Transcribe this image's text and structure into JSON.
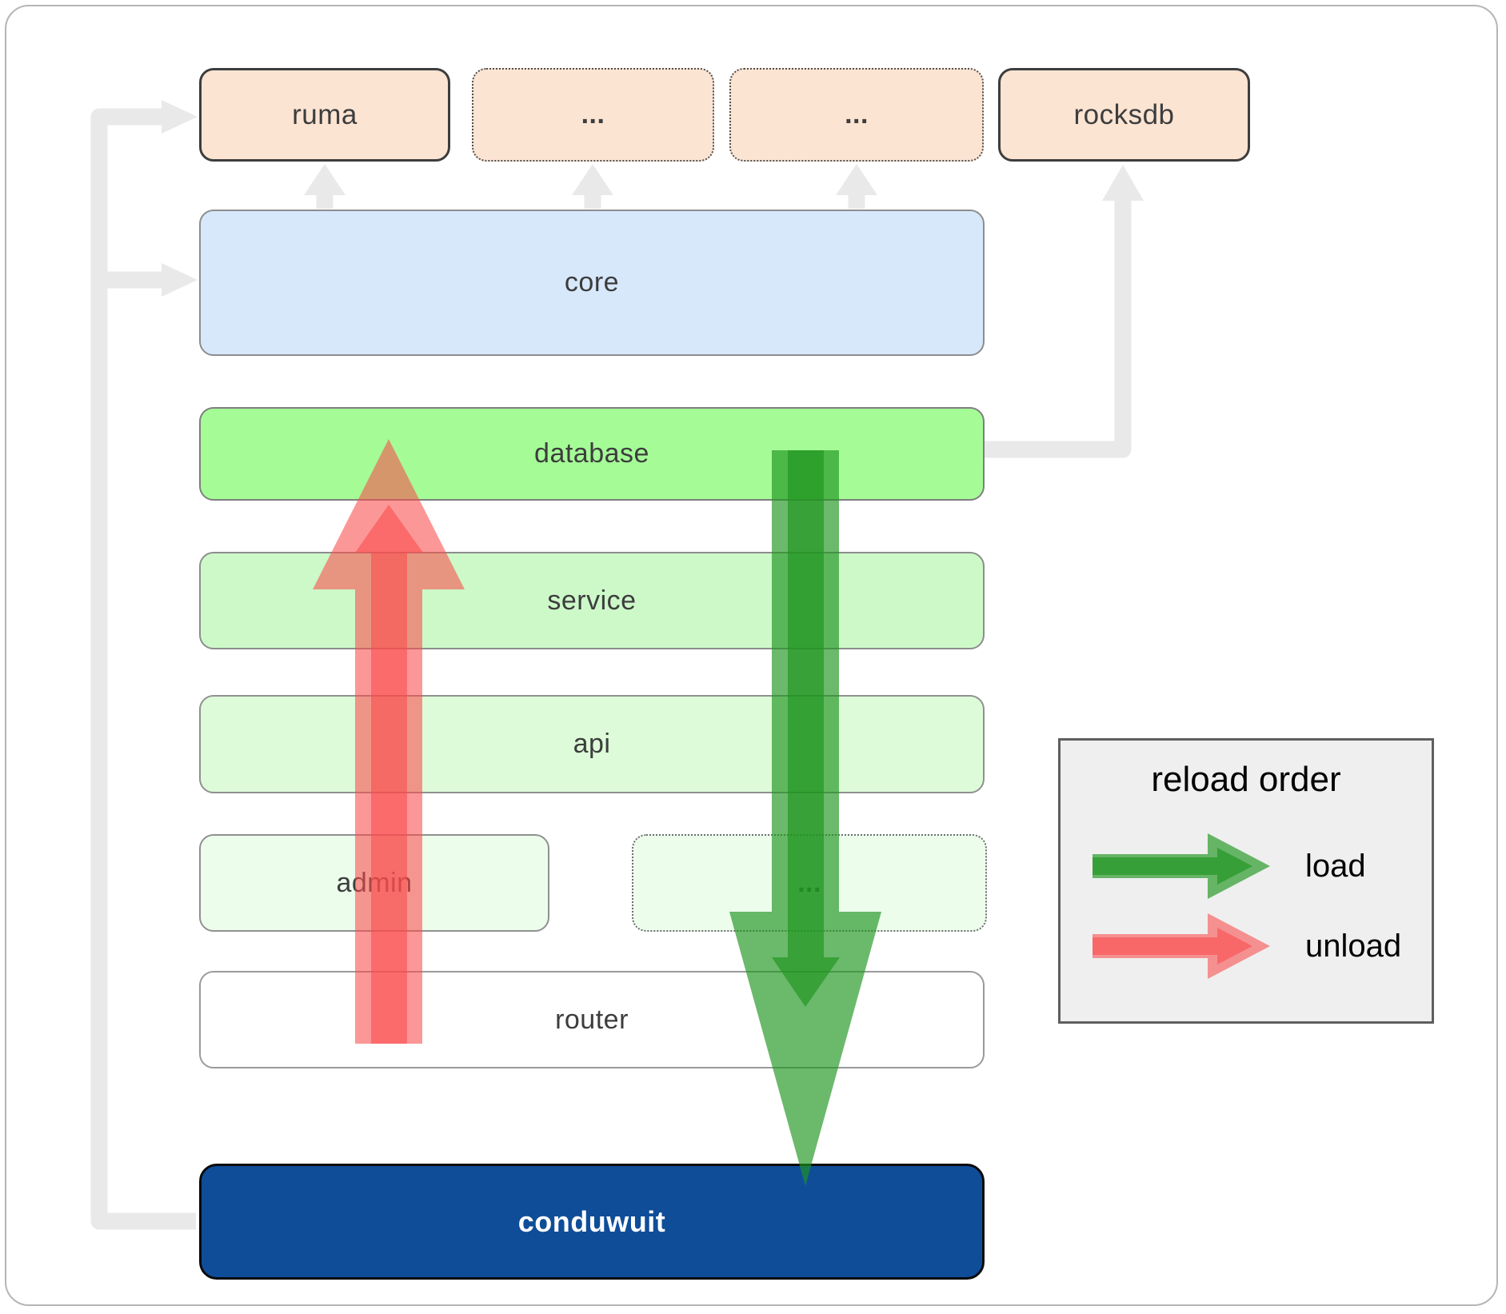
{
  "colors": {
    "load_green": "#1f941f",
    "unload_red": "#fa4b4b",
    "connector_gray": "#e9e9e9",
    "peach_fill": "#fce4d3",
    "core_blue": "#d7e8fb",
    "database_green": "#a5fc97",
    "service_green": "#cdf9c9",
    "api_green": "#ddfbd9",
    "admin_green": "#ecfdec",
    "router_white": "#ffffff",
    "conduwuit_blue": "#0f4d99"
  },
  "boxes": {
    "ruma": {
      "label": "ruma"
    },
    "ellipsis_top_1": {
      "label": "..."
    },
    "ellipsis_top_2": {
      "label": "..."
    },
    "rocksdb": {
      "label": "rocksdb"
    },
    "core": {
      "label": "core"
    },
    "database": {
      "label": "database"
    },
    "service": {
      "label": "service"
    },
    "api": {
      "label": "api"
    },
    "admin": {
      "label": "admin"
    },
    "ellipsis_mid": {
      "label": "..."
    },
    "router": {
      "label": "router"
    },
    "conduwuit": {
      "label": "conduwuit"
    }
  },
  "legend": {
    "title": "reload order",
    "items": [
      {
        "label": "load",
        "color": "#1f941f"
      },
      {
        "label": "unload",
        "color": "#fa4b4b"
      }
    ]
  }
}
